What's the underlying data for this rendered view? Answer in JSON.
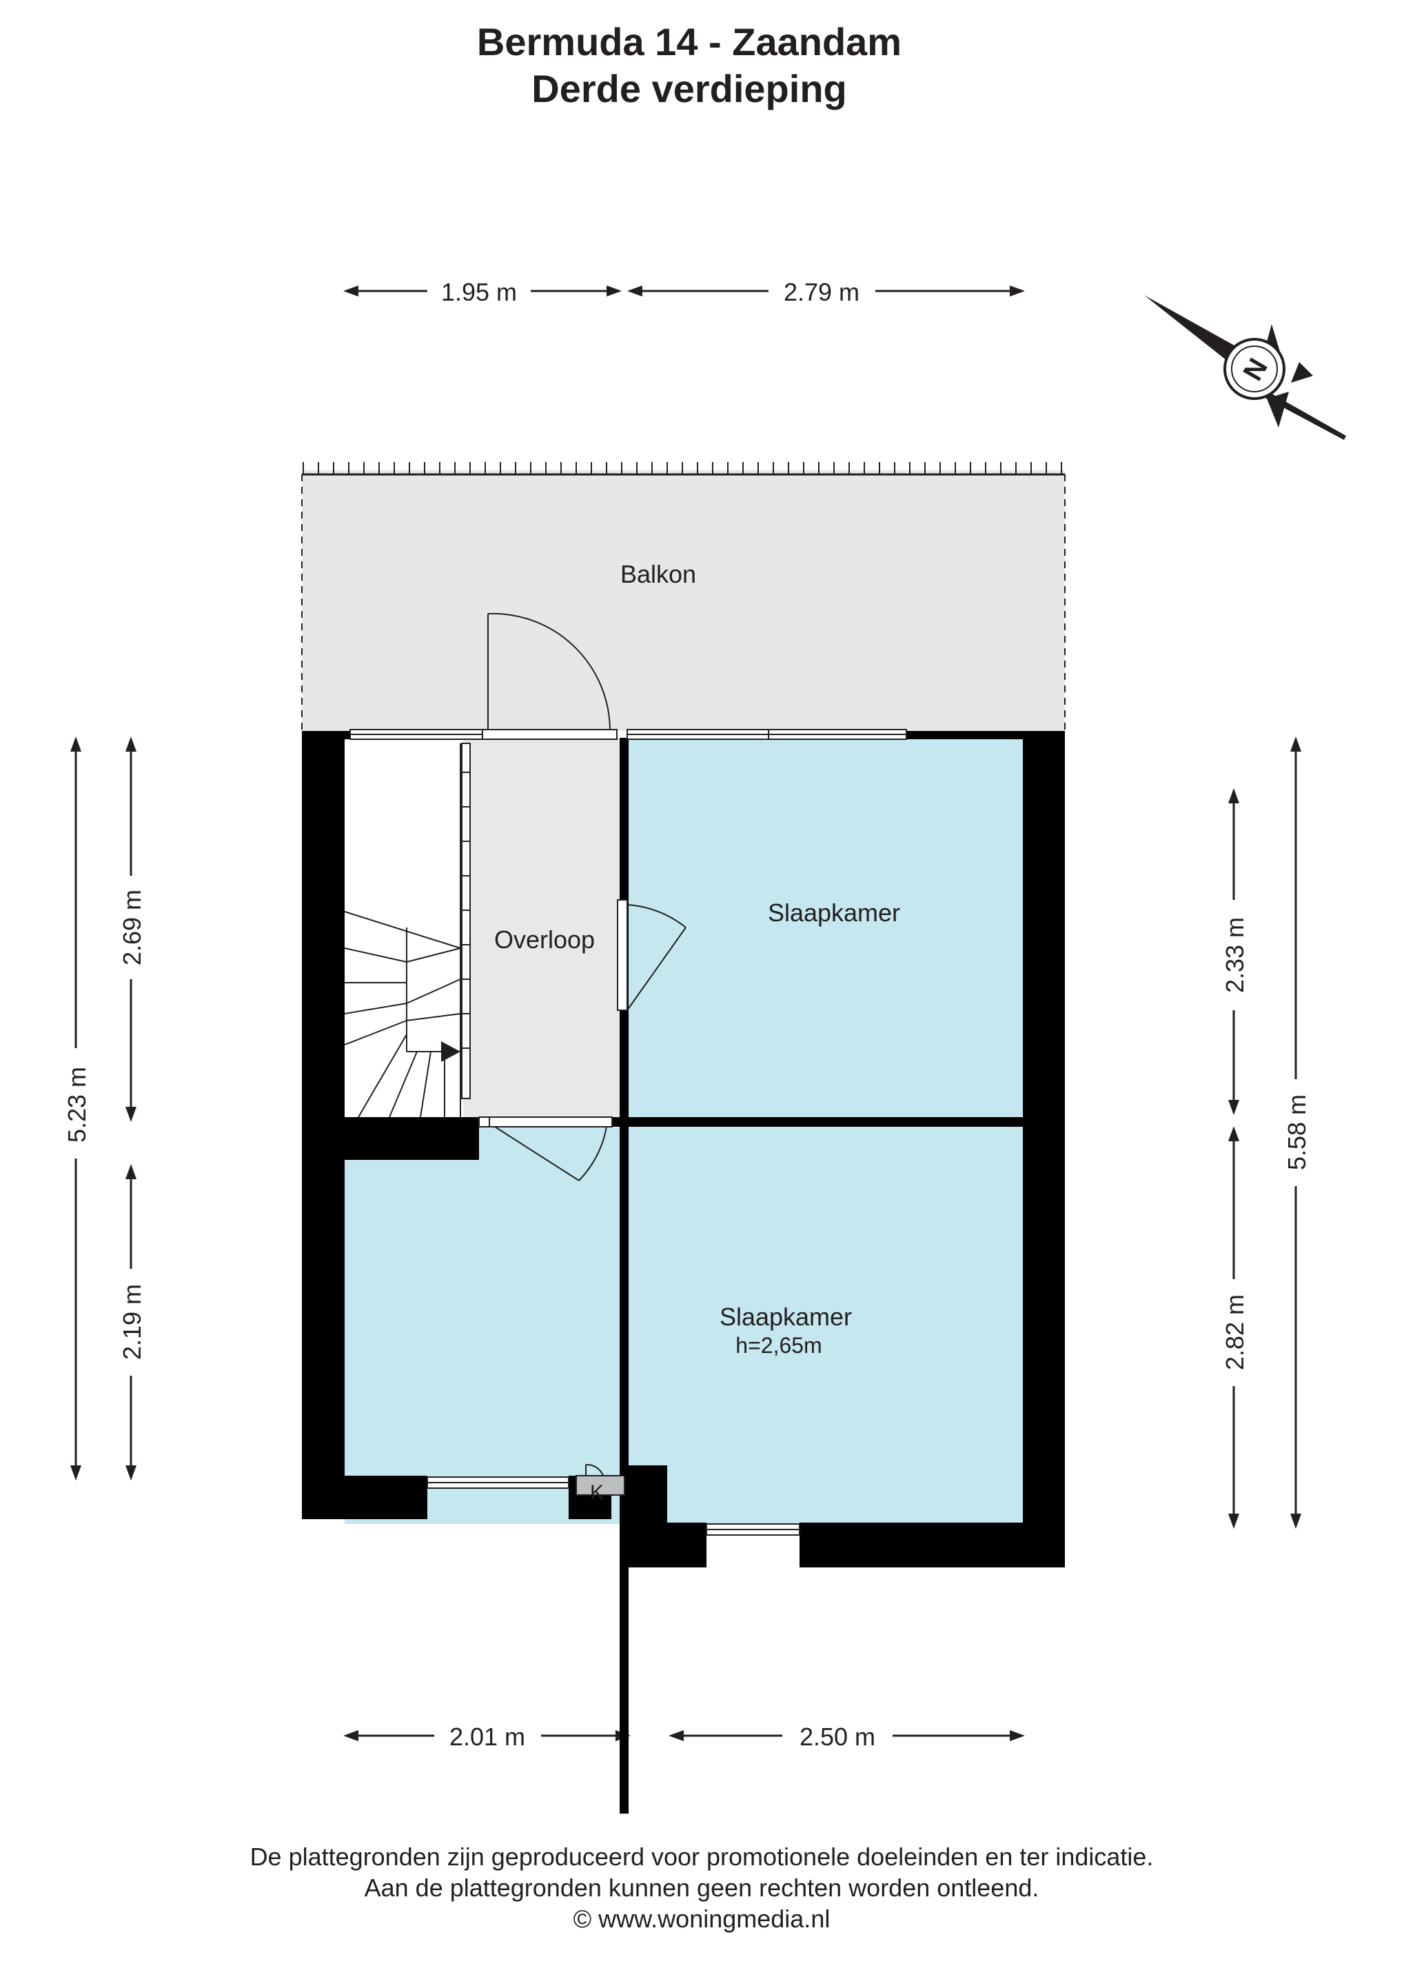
{
  "header": {
    "title_line1": "Bermuda 14 - Zaandam",
    "title_line2": "Derde verdieping"
  },
  "compass": {
    "icon": "north-arrow-icon",
    "letter": "N"
  },
  "dimensions": {
    "top_left": "1.95 m",
    "top_right": "2.79 m",
    "bottom_left": "2.01 m",
    "bottom_right": "2.50 m",
    "left_outer": "5.23 m",
    "left_upper": "2.69 m",
    "left_lower": "2.19 m",
    "right_outer": "5.58 m",
    "right_upper": "2.33 m",
    "right_lower": "2.82 m"
  },
  "rooms": {
    "balcony": "Balkon",
    "landing": "Overloop",
    "bedroom_top": "Slaapkamer",
    "bedroom_bottom": "Slaapkamer",
    "bedroom_bottom_height": "h=2,65m",
    "closet_label": "K"
  },
  "colors": {
    "balcony_fill": "#e6e7e8",
    "bedroom_fill": "#c5e7f0",
    "landing_fill": "#e8e8e6",
    "wall": "#000000"
  },
  "footer": {
    "line1": "De plattegronden zijn geproduceerd voor promotionele doeleinden en ter indicatie.",
    "line2": "Aan de plattegronden kunnen geen rechten worden ontleend.",
    "line3": "© www.woningmedia.nl"
  }
}
